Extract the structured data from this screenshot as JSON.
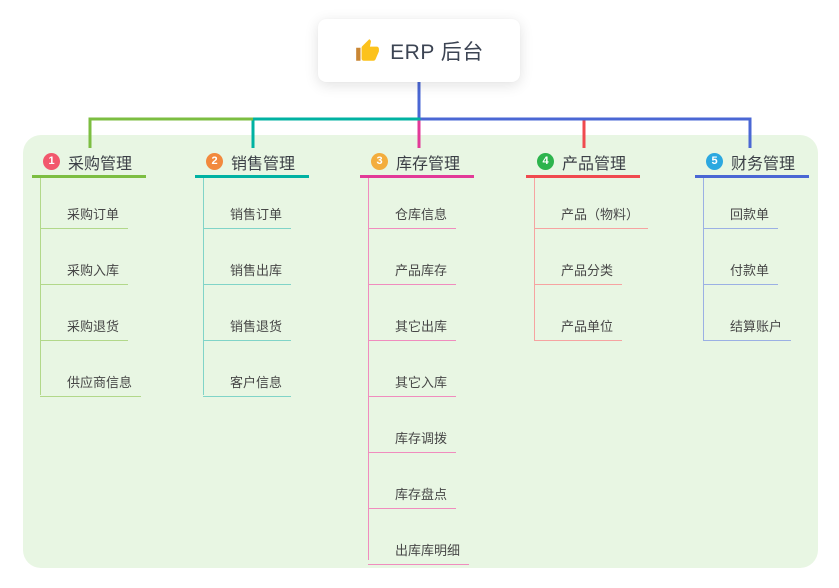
{
  "root": {
    "label": "ERP 后台",
    "icon": "thumbs-up"
  },
  "branches": [
    {
      "num": "1",
      "title": "采购管理",
      "badge_color": "#f2586d",
      "line_color": "#7cbe41",
      "child_line_color": "#b2d88a",
      "children": [
        "采购订单",
        "采购入库",
        "采购退货",
        "供应商信息"
      ]
    },
    {
      "num": "2",
      "title": "销售管理",
      "badge_color": "#f2893d",
      "line_color": "#00b2a2",
      "child_line_color": "#80d4c8",
      "children": [
        "销售订单",
        "销售出库",
        "销售退货",
        "客户信息"
      ]
    },
    {
      "num": "3",
      "title": "库存管理",
      "badge_color": "#f3ad3d",
      "line_color": "#e23a98",
      "child_line_color": "#f08cbe",
      "children": [
        "仓库信息",
        "产品库存",
        "其它出库",
        "其它入库",
        "库存调拨",
        "库存盘点",
        "出库库明细"
      ]
    },
    {
      "num": "4",
      "title": "产品管理",
      "badge_color": "#2db44d",
      "line_color": "#f04a4f",
      "child_line_color": "#f6a3a1",
      "children": [
        "产品（物料）",
        "产品分类",
        "产品单位"
      ]
    },
    {
      "num": "5",
      "title": "财务管理",
      "badge_color": "#2ca8e0",
      "line_color": "#4a67d4",
      "child_line_color": "#9bb0e4",
      "children": [
        "回款单",
        "付款单",
        "结算账户"
      ]
    }
  ],
  "colors": {
    "canvas_bg": "#ffffff",
    "panel_bg": "#e8f6e3",
    "root_connector": "#4a67d4",
    "title_text": "#3b3f46",
    "child_text": "#474747",
    "root_text": "#3c4453",
    "thumb_yellow": "#fcc21c",
    "thumb_cuff": "#c98634"
  }
}
